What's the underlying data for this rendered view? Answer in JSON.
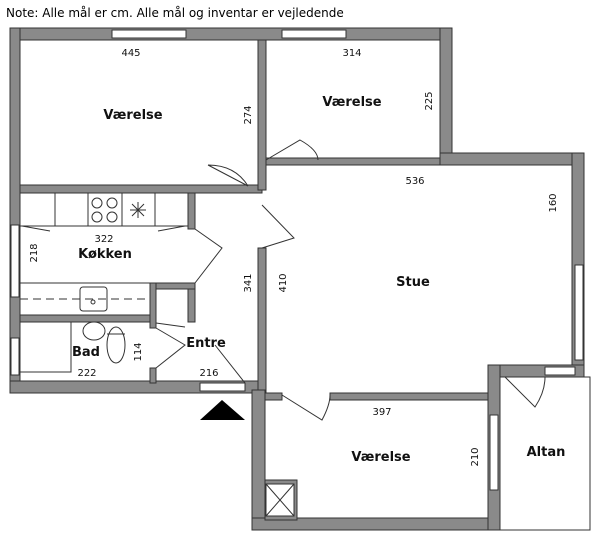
{
  "note": "Note: Alle mål er cm. Alle mål og inventar er vejledende",
  "rooms": {
    "bedroom1": {
      "label": "Værelse",
      "width": "445",
      "depth": "274"
    },
    "bedroom2": {
      "label": "Værelse",
      "width": "314",
      "depth": "225"
    },
    "living": {
      "label": "Stue",
      "width": "536",
      "depth1": "160",
      "depth2": "410"
    },
    "kitchen": {
      "label": "Køkken",
      "width": "322",
      "depth": "218"
    },
    "bath": {
      "label": "Bad",
      "width": "222",
      "depth": "114"
    },
    "hall": {
      "label": "Entre",
      "width": "216",
      "depth": "341"
    },
    "bedroom3": {
      "label": "Værelse",
      "width": "397",
      "depth": "210"
    },
    "balcony": {
      "label": "Altan"
    }
  },
  "colors": {
    "wall": "#8a8a8a",
    "line": "#333333"
  }
}
